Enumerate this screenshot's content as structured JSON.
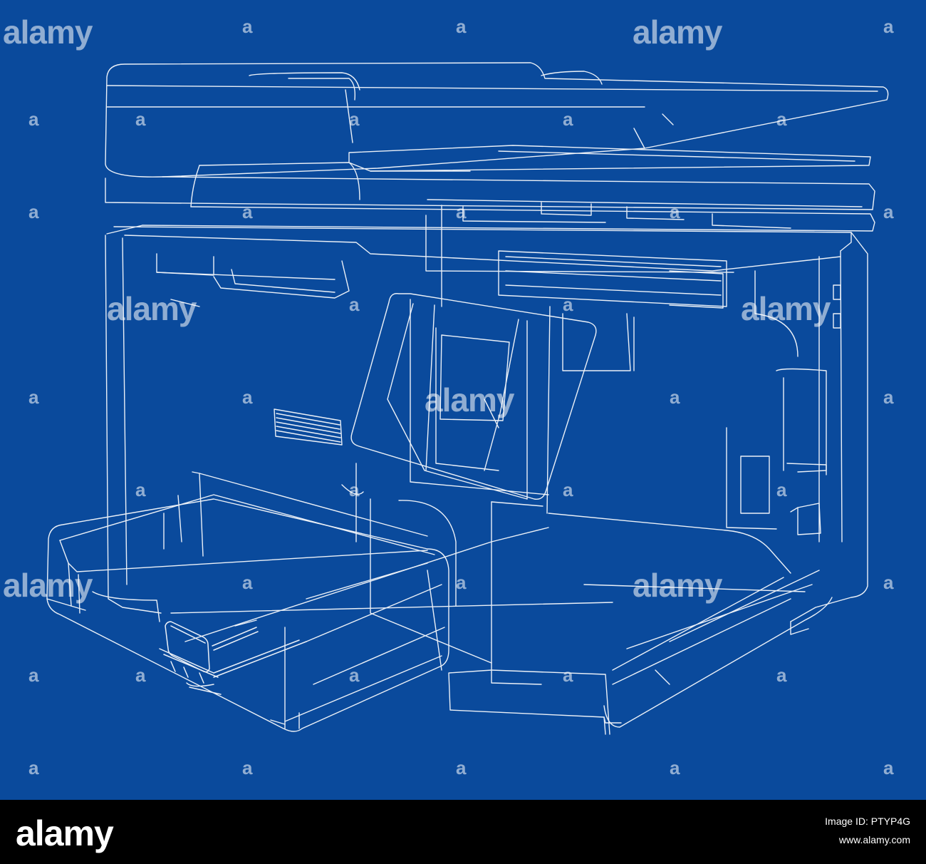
{
  "colors": {
    "blueprint_background": "#0a4a9c",
    "line_color": "#ffffff",
    "footer_background": "#000000"
  },
  "watermark": {
    "brand": "alamy",
    "mark": "a"
  },
  "footer": {
    "logo": "alamy",
    "image_id": "Image ID: PTYP4G",
    "site": "www.alamy.com"
  }
}
